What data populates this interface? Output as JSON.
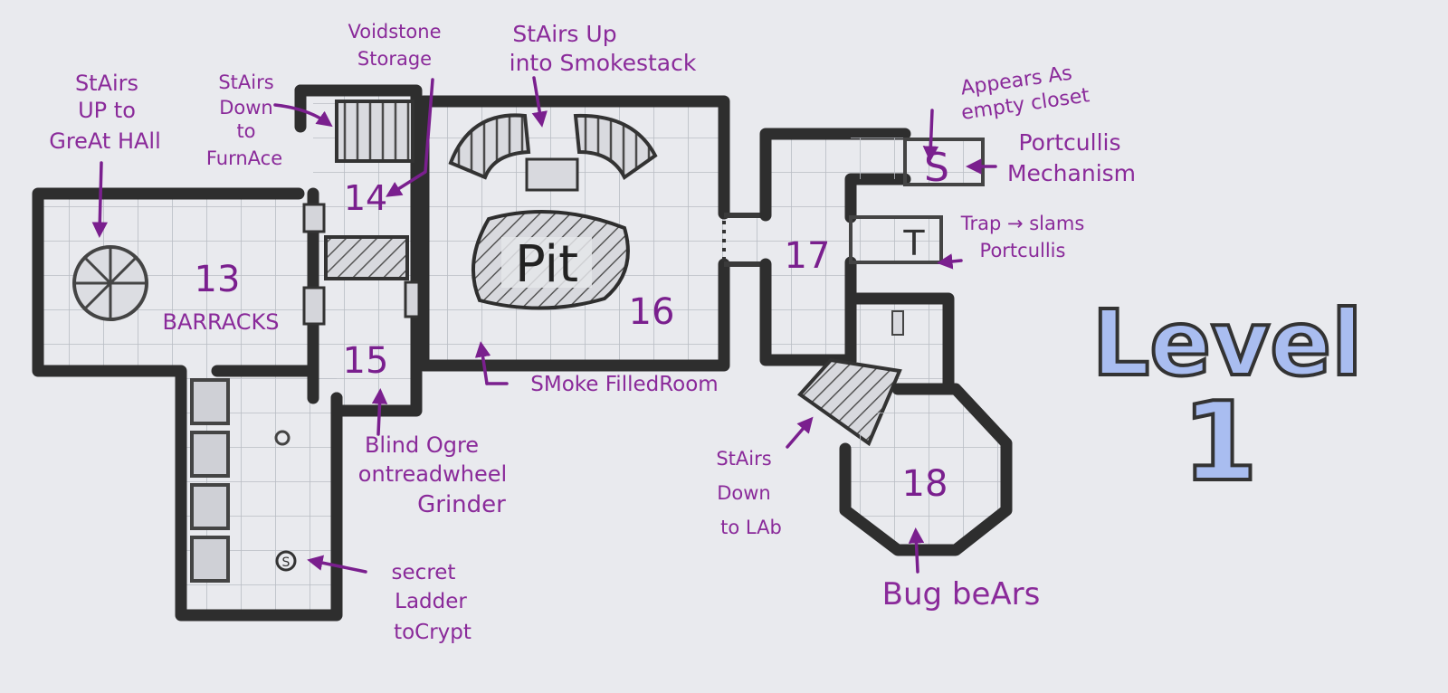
{
  "map": {
    "title": "Level",
    "level_number": "1",
    "colors": {
      "paper": "#e9eaee",
      "ink": "#8a2a9a",
      "wall": "#2e2e2e",
      "grid": "#b9bcc4",
      "title_fill": "#a9bdf0"
    },
    "rooms": [
      {
        "number": "13",
        "name": "BARRACKS"
      },
      {
        "number": "14"
      },
      {
        "number": "15"
      },
      {
        "number": "16"
      },
      {
        "number": "17"
      },
      {
        "number": "18"
      }
    ],
    "pit_label": "Pit",
    "trap_marker": "T",
    "secret_marker": "S",
    "labels": {
      "stairs_great_hall": [
        "StAirs",
        "UP to",
        "GreAt HAll"
      ],
      "stairs_furnace": [
        "StAirs",
        "Down",
        "to",
        "FurnAce"
      ],
      "voidstone": [
        "Voidstone",
        "Storage"
      ],
      "smokestack": [
        "StAirs Up",
        "into Smokestack"
      ],
      "closet": [
        "Appears As",
        "empty closet"
      ],
      "portcullis_mech": [
        "Portcullis",
        "Mechanism"
      ],
      "trap": [
        "Trap → slams",
        "Portcullis"
      ],
      "smoke_room": "SMoke FilledRoom",
      "ogre": [
        "Blind Ogre",
        "ontreadwheel",
        "Grinder"
      ],
      "lab_stairs": [
        "StAirs",
        "Down",
        "to LAb"
      ],
      "bugbears": "Bug beArs",
      "ladder": [
        "secret",
        "Ladder",
        "toCrypt"
      ]
    }
  }
}
